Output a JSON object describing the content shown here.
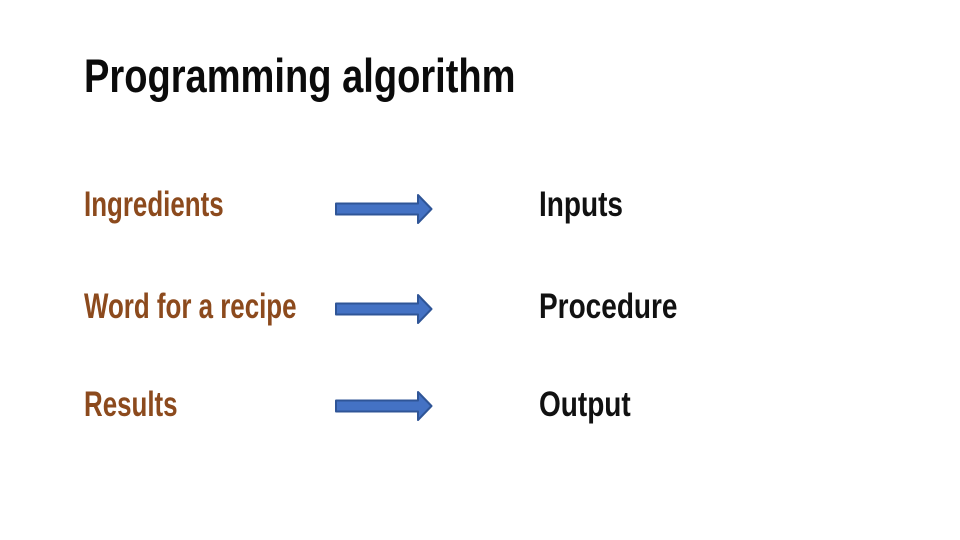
{
  "slide": {
    "title": "Programming algorithm",
    "rows": [
      {
        "left": "Ingredients",
        "right": "Inputs"
      },
      {
        "left": "Word for a recipe",
        "right": "Procedure"
      },
      {
        "left": "Results",
        "right": "Output"
      }
    ],
    "colors": {
      "background": "#FFFFFF",
      "title_text": "#0B0B0B",
      "left_term_text": "#8C4A1D",
      "right_term_text": "#111111",
      "arrow_fill": "#4472C4",
      "arrow_outline": "#2F5597"
    },
    "icons": {
      "arrow": "right-arrow-icon"
    }
  }
}
